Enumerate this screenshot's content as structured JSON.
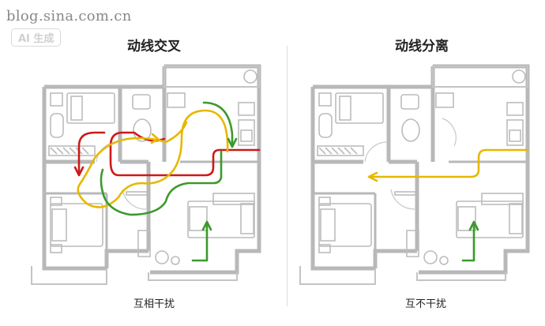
{
  "watermark": {
    "text": "blog.sina.com.cn",
    "badge": "AI 生成"
  },
  "left_panel": {
    "title": "动线交叉",
    "caption": "互相干扰"
  },
  "right_panel": {
    "title": "动线分离",
    "caption": "互不干扰"
  },
  "colors": {
    "red": "#cc1a1a",
    "yellow": "#e6b800",
    "green": "#3a9a2a",
    "wall": "#b8b8b8",
    "wall_fill": "#d6d6d6"
  }
}
